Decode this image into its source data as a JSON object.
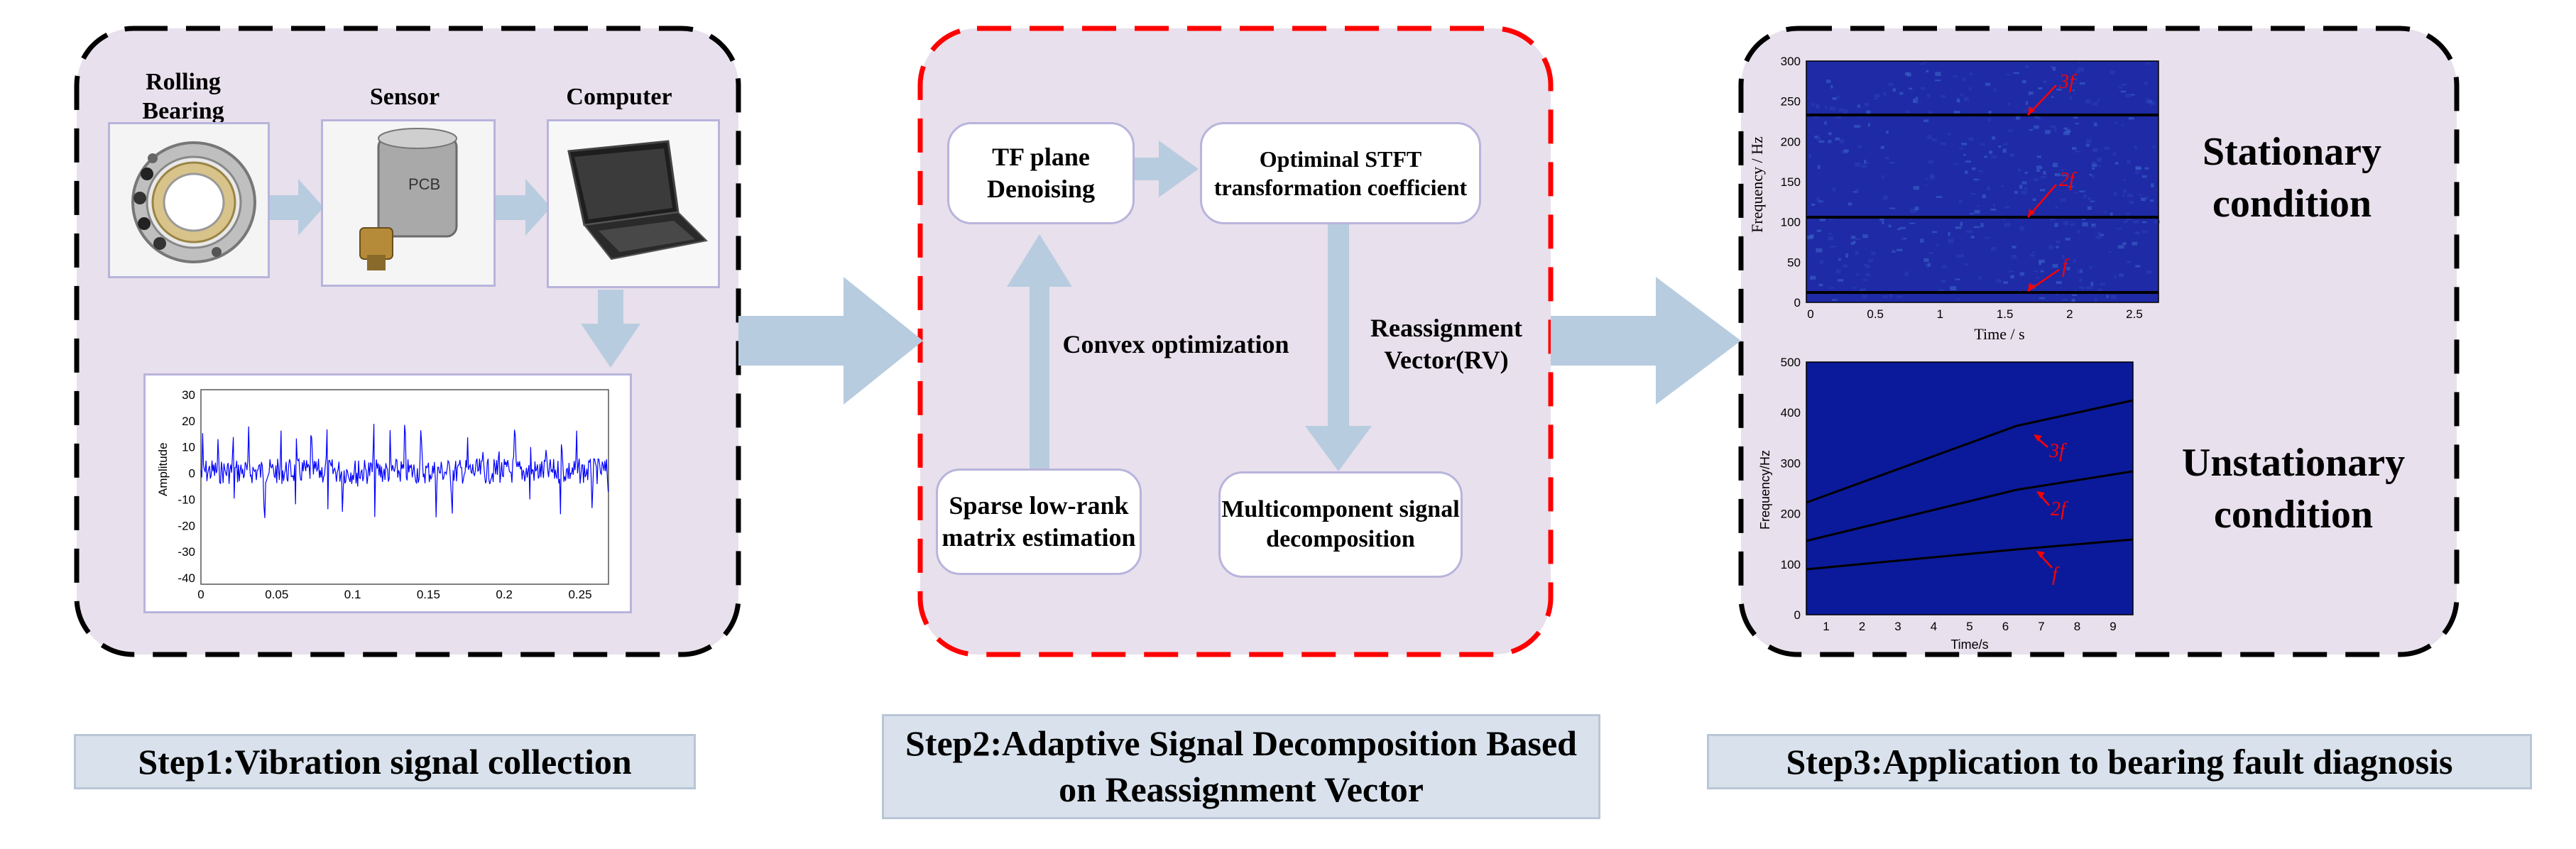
{
  "step1": {
    "bearing_label": "Rolling Bearing",
    "sensor_label": "Sensor",
    "computer_label": "Computer",
    "caption": "Step1:Vibration signal collection",
    "signal_plot": {
      "x_ticks": [
        "0",
        "0.05",
        "0.1",
        "0.15",
        "0.2",
        "0.25"
      ],
      "y_ticks": [
        "30",
        "20",
        "10",
        "0",
        "-10",
        "-20",
        "-30",
        "-40"
      ]
    }
  },
  "step2": {
    "denoise_box": "TF plane Denoising",
    "stft_box": "Optiminal STFT transformation coefficient",
    "sparse_box": "Sparse low-rank matrix estimation",
    "multi_box": "Multicomponent signal decomposition",
    "convex_label": "Convex optimization",
    "rv_label": "Reassignment Vector(RV)",
    "caption": "Step2:Adaptive Signal Decomposition Based on Reassignment Vector"
  },
  "step3": {
    "stationary_label": "Stationary condition",
    "unstationary_label": "Unstationary condition",
    "caption": "Step3:Application to bearing fault diagnosis",
    "top_plot": {
      "xlabel": "Time / s",
      "ylabel": "Frequency / Hz",
      "x_ticks": [
        "0",
        "0.5",
        "1",
        "1.5",
        "2",
        "2.5"
      ],
      "y_ticks": [
        "300",
        "250",
        "200",
        "150",
        "100",
        "50",
        "0"
      ],
      "annotations": [
        "3f",
        "2f",
        "f"
      ]
    },
    "bottom_plot": {
      "xlabel": "Time/s",
      "ylabel": "Frequency/Hz",
      "x_ticks": [
        "1",
        "2",
        "3",
        "4",
        "5",
        "6",
        "7",
        "8",
        "9"
      ],
      "y_ticks": [
        "500",
        "400",
        "300",
        "200",
        "100",
        "0"
      ],
      "annotations": [
        "3f",
        "2f",
        "f"
      ]
    }
  },
  "colors": {
    "panel_fill": "#e8e0ec",
    "dash_black": "#000000",
    "dash_red": "#ff0000",
    "arrow_fill": "#b8cce0",
    "spectrogram_bg": "#1a2a9a",
    "signal_blue": "#0000ff",
    "annotation_red": "#ff0000"
  }
}
